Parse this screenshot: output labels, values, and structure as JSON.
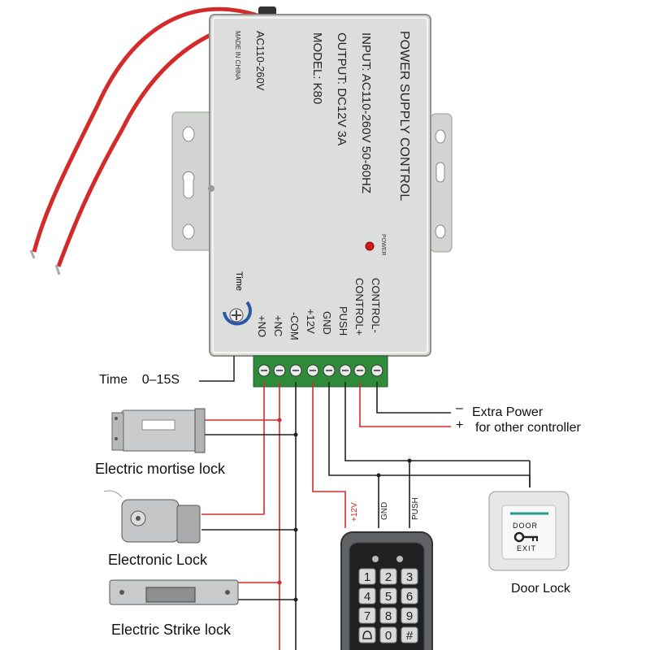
{
  "device": {
    "title": "POWER SUPPLY CONTROL",
    "input": "INPUT: AC110-260V 50-60HZ",
    "output": "OUTPUT: DC12V 3A",
    "model": "MODEL: K80",
    "ac": "AC110-260V",
    "made_in": "MADE IN CHINA",
    "power_label": "POWER",
    "time_label": "Time",
    "terminals": [
      "+NO",
      "+NC",
      "-COM",
      "+12V",
      "GND",
      "PUSH",
      "CONTROL+",
      "CONTROL-"
    ],
    "colors": {
      "case": "#dcdedb",
      "terminal_block": "#2f8a3a",
      "wire_red": "#d42a2a",
      "wire_black": "#222222",
      "led": "#d11a1a"
    }
  },
  "labels": {
    "time_range": "Time    0–15S",
    "extra_minus": "–",
    "extra_power": "Extra Power",
    "extra_plus": "+",
    "for_other": "for other controller",
    "mortise_lock": "Electric mortise lock",
    "electronic_lock": "Electronic Lock",
    "strike_lock": "Electric Strike lock",
    "door_lock": "Door Lock"
  },
  "keypad": {
    "wire_labels": [
      "+12V",
      "GND",
      "PUSH"
    ],
    "keys": [
      "1",
      "2",
      "3",
      "4",
      "5",
      "6",
      "7",
      "8",
      "9",
      "bell-icon",
      "0",
      "#"
    ]
  },
  "exit_button": {
    "top_text": "DOOR",
    "bottom_text": "EXIT",
    "icon": "key-icon"
  }
}
